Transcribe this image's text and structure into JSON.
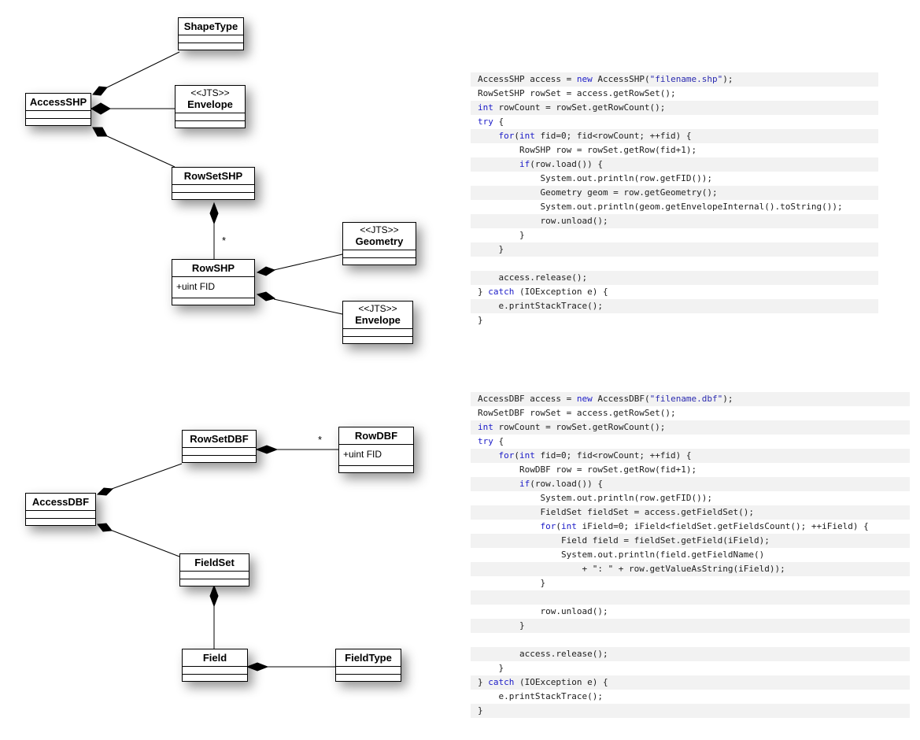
{
  "diagram_shp": {
    "classes": {
      "shape_type": {
        "name": "ShapeType"
      },
      "access_shp": {
        "name": "AccessSHP"
      },
      "envelope_top": {
        "stereotype": "<<JTS>>",
        "name": "Envelope"
      },
      "rowset_shp": {
        "name": "RowSetSHP"
      },
      "row_shp": {
        "name": "RowSHP",
        "attribute": "+uint FID"
      },
      "geometry": {
        "stereotype": "<<JTS>>",
        "name": "Geometry"
      },
      "envelope_bottom": {
        "stereotype": "<<JTS>>",
        "name": "Envelope"
      }
    },
    "multiplicity": "*"
  },
  "diagram_dbf": {
    "classes": {
      "rowset_dbf": {
        "name": "RowSetDBF"
      },
      "row_dbf": {
        "name": "RowDBF",
        "attribute": "+uint FID"
      },
      "access_dbf": {
        "name": "AccessDBF"
      },
      "field_set": {
        "name": "FieldSet"
      },
      "field": {
        "name": "Field"
      },
      "field_type": {
        "name": "FieldType"
      }
    },
    "multiplicity": "*"
  },
  "code_shp": [
    [
      [
        "t",
        "AccessSHP access = "
      ],
      [
        "k",
        "new"
      ],
      [
        "t",
        " AccessSHP("
      ],
      [
        "s",
        "\"filename.shp\""
      ],
      [
        "t",
        ");"
      ]
    ],
    [
      [
        "t",
        "RowSetSHP rowSet = access.getRowSet();"
      ]
    ],
    [
      [
        "k",
        "int"
      ],
      [
        "t",
        " rowCount = rowSet.getRowCount();"
      ]
    ],
    [
      [
        "k",
        "try"
      ],
      [
        "t",
        " {"
      ]
    ],
    [
      [
        "t",
        "    "
      ],
      [
        "k",
        "for"
      ],
      [
        "t",
        "("
      ],
      [
        "k",
        "int"
      ],
      [
        "t",
        " fid=0; fid<rowCount; ++fid) {"
      ]
    ],
    [
      [
        "t",
        "        RowSHP row = rowSet.getRow(fid+1);"
      ]
    ],
    [
      [
        "t",
        "        "
      ],
      [
        "k",
        "if"
      ],
      [
        "t",
        "(row.load()) {"
      ]
    ],
    [
      [
        "t",
        "            System.out.println(row.getFID());"
      ]
    ],
    [
      [
        "t",
        "            Geometry geom = row.getGeometry();"
      ]
    ],
    [
      [
        "t",
        "            System.out.println(geom.getEnvelopeInternal().toString());"
      ]
    ],
    [
      [
        "t",
        "            row.unload();"
      ]
    ],
    [
      [
        "t",
        "        }"
      ]
    ],
    [
      [
        "t",
        "    }"
      ]
    ],
    [
      [
        "t",
        ""
      ]
    ],
    [
      [
        "t",
        "    access.release();"
      ]
    ],
    [
      [
        "t",
        "} "
      ],
      [
        "k",
        "catch"
      ],
      [
        "t",
        " (IOException e) {"
      ]
    ],
    [
      [
        "t",
        "    e.printStackTrace();"
      ]
    ],
    [
      [
        "t",
        "}"
      ]
    ]
  ],
  "code_dbf": [
    [
      [
        "t",
        "AccessDBF access = "
      ],
      [
        "k",
        "new"
      ],
      [
        "t",
        " AccessDBF("
      ],
      [
        "s",
        "\"filename.dbf\""
      ],
      [
        "t",
        ");"
      ]
    ],
    [
      [
        "t",
        "RowSetDBF rowSet = access.getRowSet();"
      ]
    ],
    [
      [
        "k",
        "int"
      ],
      [
        "t",
        " rowCount = rowSet.getRowCount();"
      ]
    ],
    [
      [
        "k",
        "try"
      ],
      [
        "t",
        " {"
      ]
    ],
    [
      [
        "t",
        "    "
      ],
      [
        "k",
        "for"
      ],
      [
        "t",
        "("
      ],
      [
        "k",
        "int"
      ],
      [
        "t",
        " fid=0; fid<rowCount; ++fid) {"
      ]
    ],
    [
      [
        "t",
        "        RowDBF row = rowSet.getRow(fid+1);"
      ]
    ],
    [
      [
        "t",
        "        "
      ],
      [
        "k",
        "if"
      ],
      [
        "t",
        "(row.load()) {"
      ]
    ],
    [
      [
        "t",
        "            System.out.println(row.getFID());"
      ]
    ],
    [
      [
        "t",
        "            FieldSet fieldSet = access.getFieldSet();"
      ]
    ],
    [
      [
        "t",
        "            "
      ],
      [
        "k",
        "for"
      ],
      [
        "t",
        "("
      ],
      [
        "k",
        "int"
      ],
      [
        "t",
        " iField=0; iField<fieldSet.getFieldsCount(); ++iField) {"
      ]
    ],
    [
      [
        "t",
        "                Field field = fieldSet.getField(iField);"
      ]
    ],
    [
      [
        "t",
        "                System.out.println(field.getFieldName()"
      ]
    ],
    [
      [
        "t",
        "                    + \": \" + row.getValueAsString(iField));"
      ]
    ],
    [
      [
        "t",
        "            }"
      ]
    ],
    [
      [
        "t",
        ""
      ]
    ],
    [
      [
        "t",
        "            row.unload();"
      ]
    ],
    [
      [
        "t",
        "        }"
      ]
    ],
    [
      [
        "t",
        ""
      ]
    ],
    [
      [
        "t",
        "        access.release();"
      ]
    ],
    [
      [
        "t",
        "    }"
      ]
    ],
    [
      [
        "t",
        "} "
      ],
      [
        "k",
        "catch"
      ],
      [
        "t",
        " (IOException e) {"
      ]
    ],
    [
      [
        "t",
        "    e.printStackTrace();"
      ]
    ],
    [
      [
        "t",
        "}"
      ]
    ]
  ],
  "colors": {
    "keyword": "#1c1cc8",
    "string": "#2a2ab0",
    "shade": "#f2f2f2"
  }
}
